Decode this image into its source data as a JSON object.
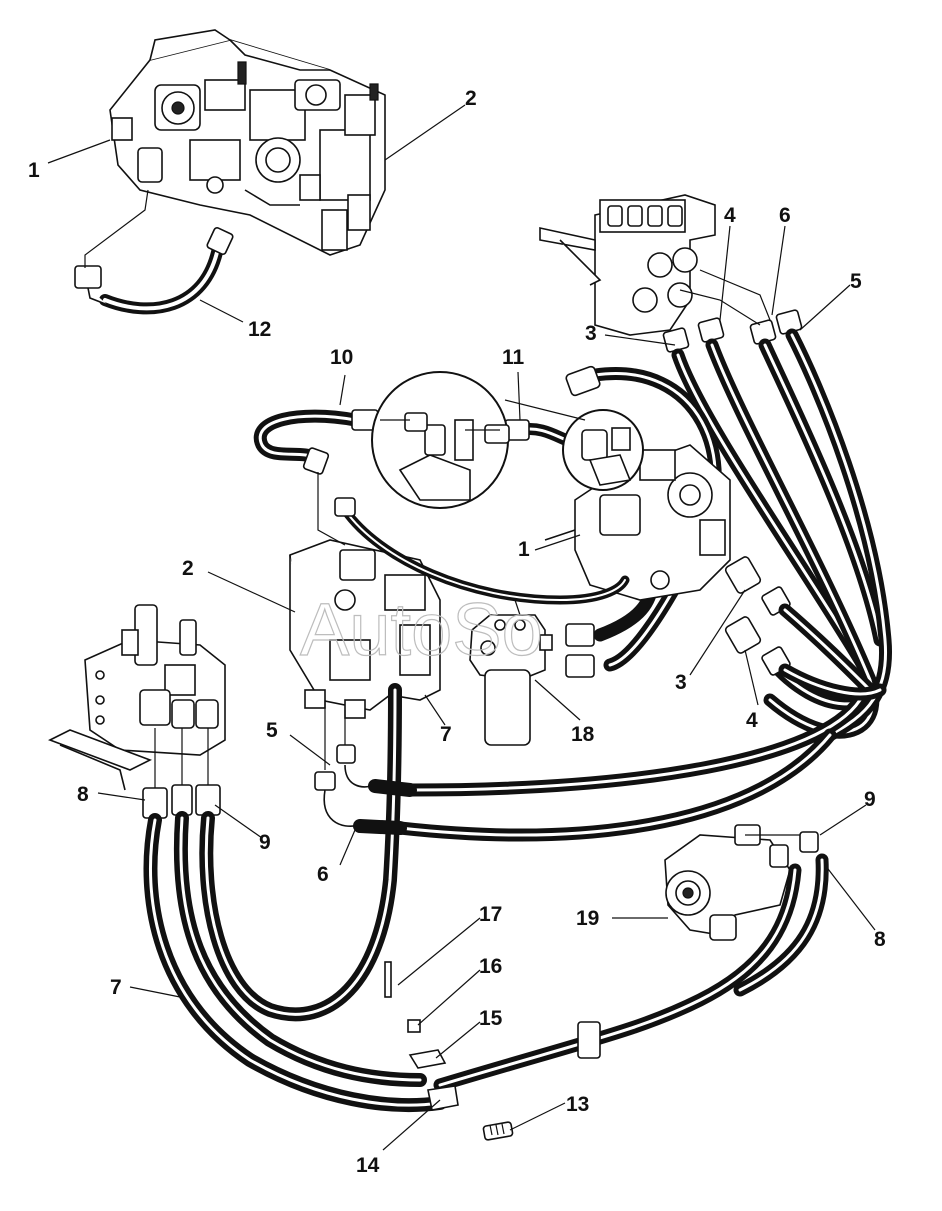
{
  "diagram": {
    "watermark": "AutoSo",
    "callouts": [
      {
        "id": "c-1a",
        "text": "1"
      },
      {
        "id": "c-2a",
        "text": "2"
      },
      {
        "id": "c-12",
        "text": "12"
      },
      {
        "id": "c-4a",
        "text": "4"
      },
      {
        "id": "c-6a",
        "text": "6"
      },
      {
        "id": "c-5a",
        "text": "5"
      },
      {
        "id": "c-3a",
        "text": "3"
      },
      {
        "id": "c-10",
        "text": "10"
      },
      {
        "id": "c-11",
        "text": "11"
      },
      {
        "id": "c-1b",
        "text": "1"
      },
      {
        "id": "c-2b",
        "text": "2"
      },
      {
        "id": "c-3b",
        "text": "3"
      },
      {
        "id": "c-4b",
        "text": "4"
      },
      {
        "id": "c-7a",
        "text": "7"
      },
      {
        "id": "c-18",
        "text": "18"
      },
      {
        "id": "c-5b",
        "text": "5"
      },
      {
        "id": "c-8a",
        "text": "8"
      },
      {
        "id": "c-9a",
        "text": "9"
      },
      {
        "id": "c-6b",
        "text": "6"
      },
      {
        "id": "c-9b",
        "text": "9"
      },
      {
        "id": "c-8b",
        "text": "8"
      },
      {
        "id": "c-19",
        "text": "19"
      },
      {
        "id": "c-17",
        "text": "17"
      },
      {
        "id": "c-16",
        "text": "16"
      },
      {
        "id": "c-15",
        "text": "15"
      },
      {
        "id": "c-7b",
        "text": "7"
      },
      {
        "id": "c-13",
        "text": "13"
      },
      {
        "id": "c-14",
        "text": "14"
      }
    ]
  }
}
